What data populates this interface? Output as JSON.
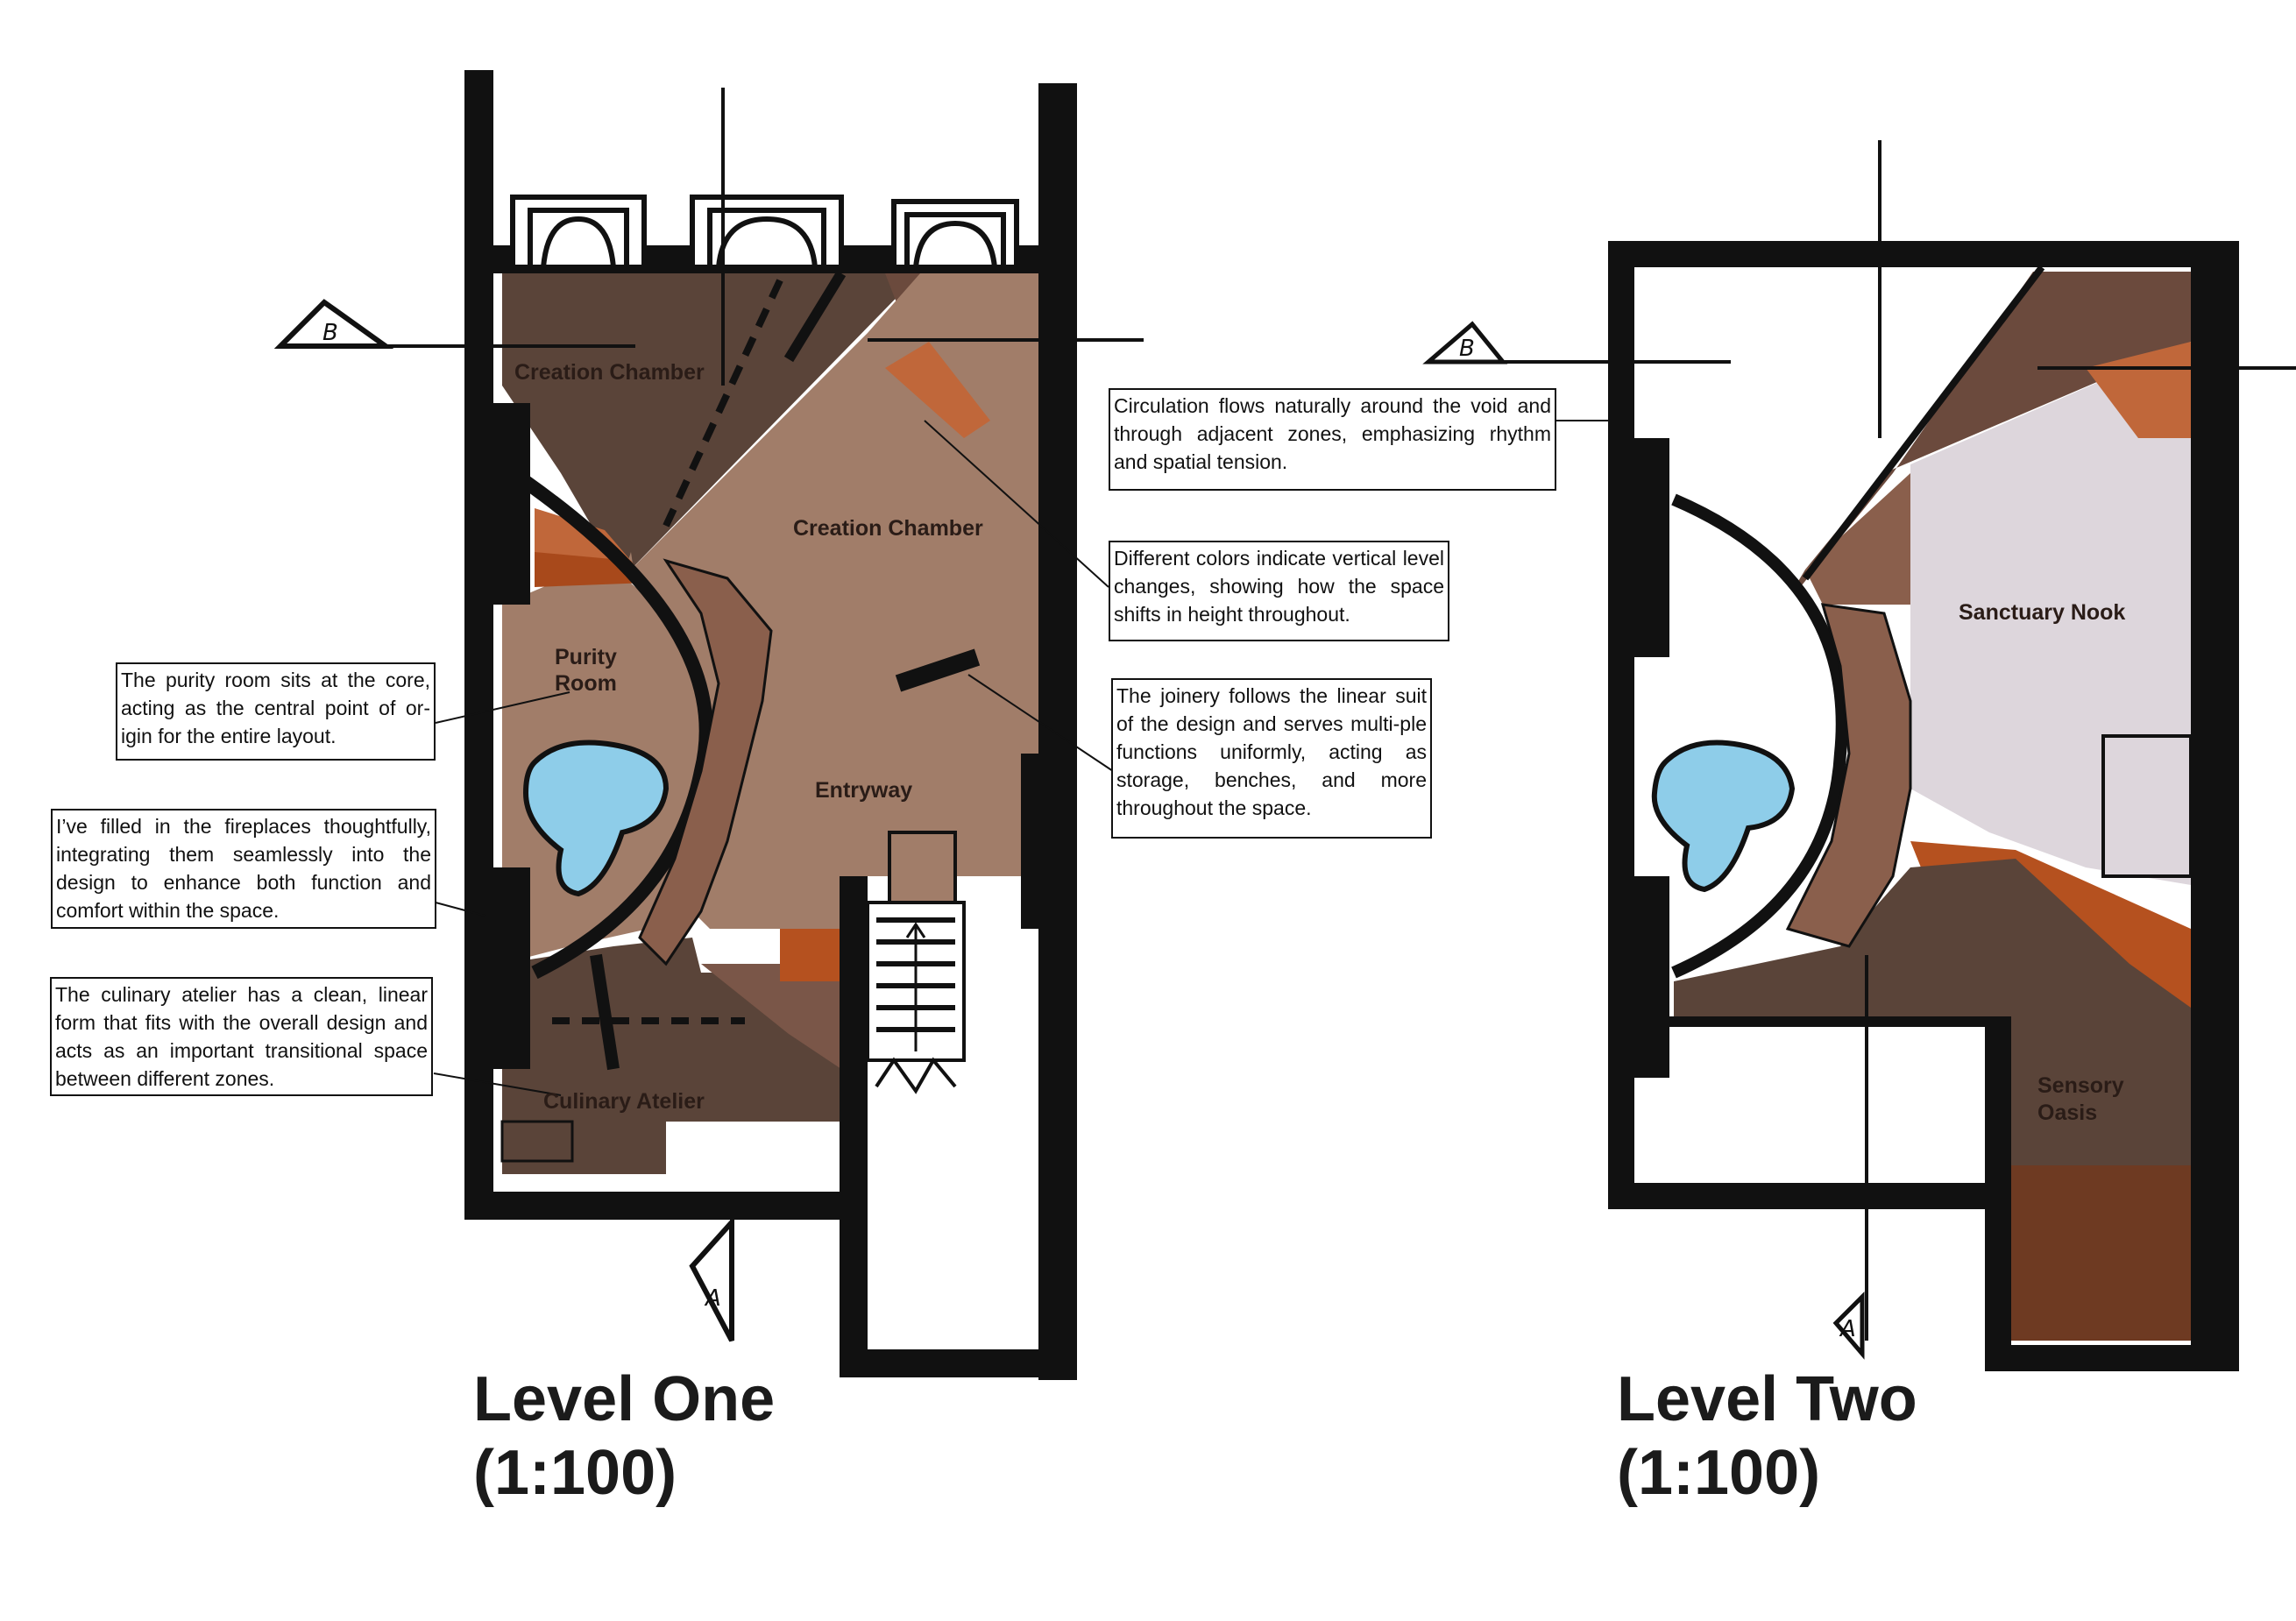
{
  "level_one": {
    "title": "Level One",
    "scale": "(1:100)",
    "rooms": {
      "creation_chamber_upper": "Creation Chamber",
      "creation_chamber_main": "Creation Chamber",
      "purity_room_line1": "Purity",
      "purity_room_line2": "Room",
      "entryway": "Entryway",
      "culinary_atelier": "Culinary Atelier"
    },
    "section_markers": {
      "top": "B",
      "bottom": "A"
    }
  },
  "level_two": {
    "title": "Level Two",
    "scale": "(1:100)",
    "rooms": {
      "sanctuary_nook": "Sanctuary Nook",
      "sensory_oasis_line1": "Sensory",
      "sensory_oasis_line2": "Oasis"
    },
    "section_markers": {
      "top": "B",
      "bottom": "A"
    }
  },
  "annotations": {
    "circulation": "Circulation flows naturally around the void and through adjacent zones, emphasizing rhythm and spatial tension.",
    "colors": "Different colors indicate vertical level changes, showing how the space shifts in height throughout.",
    "joinery": "The joinery follows the linear suit of the design and serves multi-ple functions uniformly, acting as storage, benches, and more throughout the space.",
    "purity": "The purity room sits at the core, acting as the central point of or-igin for the entire layout.",
    "fireplaces": "I’ve filled in the fireplaces thoughtfully, integrating them seamlessly into the design to enhance both function and comfort within the space.",
    "culinary": "The culinary atelier has a clean, linear form that fits with the overall design and acts as an important transitional space between different zones."
  },
  "colors": {
    "wall": "#111111",
    "dark_brown": "#5a4439",
    "mid_brown": "#6b4a3d",
    "light_brown": "#a17d69",
    "tan": "#b8896b",
    "orange": "#b5511f",
    "pool_blue": "#8ecde9",
    "lilac": "#ddd6dc"
  }
}
